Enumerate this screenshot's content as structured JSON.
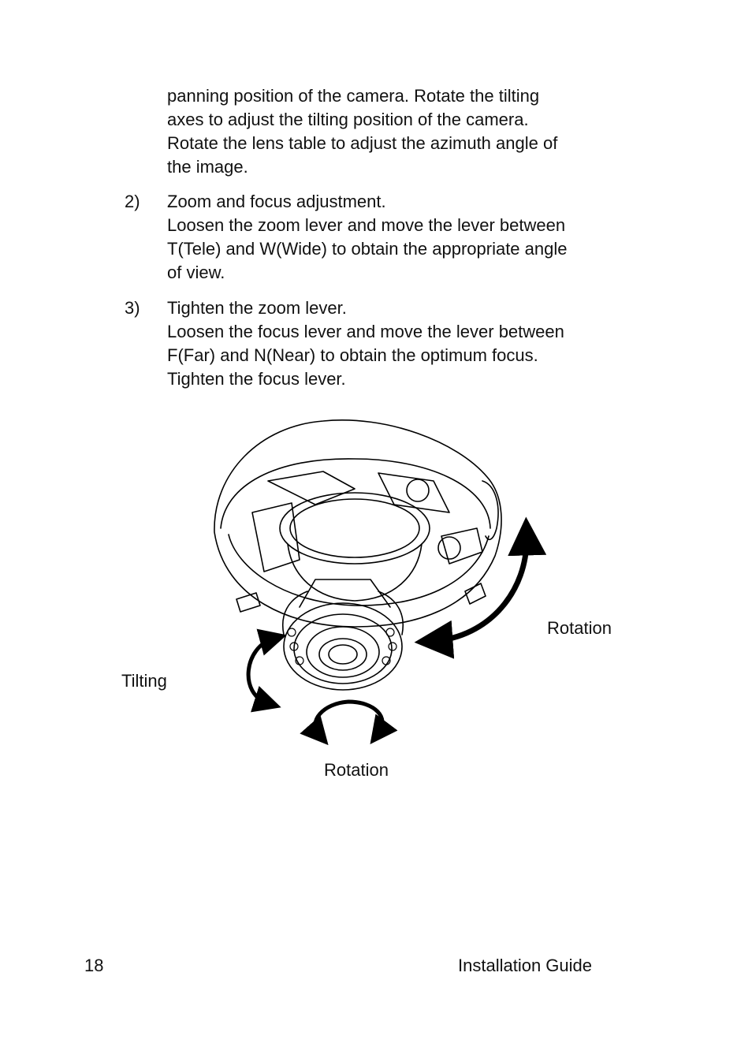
{
  "intro": {
    "lines": [
      "panning position of the camera. Rotate the tilting",
      "axes to adjust the tilting position of the camera.",
      "Rotate the lens table to adjust the azimuth angle of",
      "the image."
    ]
  },
  "steps": [
    {
      "number": "2)",
      "lines": [
        "Zoom and focus adjustment.",
        "Loosen the zoom lever and move the lever between",
        "T(Tele) and W(Wide) to obtain the appropriate angle",
        "of view."
      ]
    },
    {
      "number": "3)",
      "lines": [
        "Tighten the zoom lever.",
        "Loosen the focus lever and move the lever between",
        "F(Far) and N(Near) to obtain the optimum focus.",
        "Tighten the focus lever."
      ]
    }
  ],
  "figure": {
    "label_rotation_right": "Rotation",
    "label_tilting": "Tilting",
    "label_rotation_bottom": "Rotation"
  },
  "footer": {
    "page_number": "18",
    "title": "Installation Guide"
  }
}
